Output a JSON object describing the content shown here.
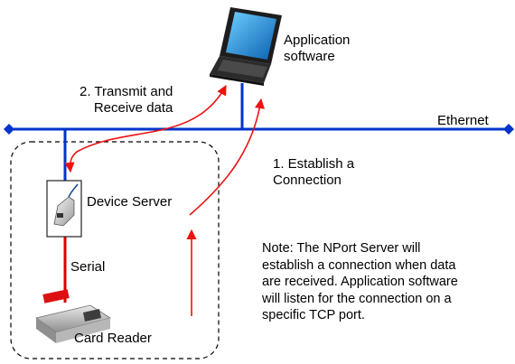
{
  "labels": {
    "application": "Application\nsoftware",
    "transmit": "2. Transmit and\nReceive data",
    "ethernet": "Ethernet",
    "establish": "1. Establish a\nConnection",
    "device_server": "Device Server",
    "serial": "Serial",
    "card_reader": "Card Reader",
    "note": "Note: The NPort Server will\nestablish a connection when data\nare received. Application software\nwill listen for the connection on a\nspecific TCP port."
  },
  "colors": {
    "ethernet_line": "#0033cc",
    "arrows": "#ee1111",
    "serial_line": "#dd0000",
    "boundary": "#000000"
  },
  "icons": {
    "application": "laptop-icon",
    "device_server": "device-server-icon",
    "card_reader": "card-reader-icon"
  }
}
